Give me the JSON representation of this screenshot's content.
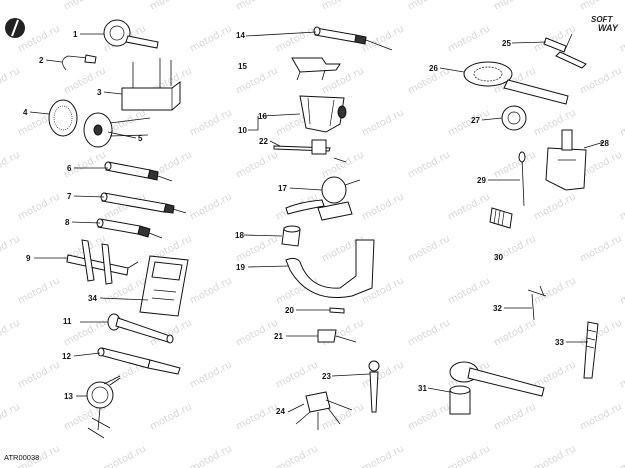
{
  "diagram": {
    "code": "ATR00038",
    "logo": {
      "line1": "SOFT",
      "line2": "WAY"
    },
    "watermark": "motod.ru",
    "labels": [
      "1",
      "2",
      "3",
      "4",
      "5",
      "6",
      "7",
      "8",
      "9",
      "11",
      "12",
      "13",
      "14",
      "15",
      "16",
      "10",
      "22",
      "17",
      "18",
      "19",
      "20",
      "21",
      "23",
      "24",
      "25",
      "26",
      "27",
      "28",
      "29",
      "30",
      "31",
      "32",
      "33",
      "34"
    ]
  }
}
